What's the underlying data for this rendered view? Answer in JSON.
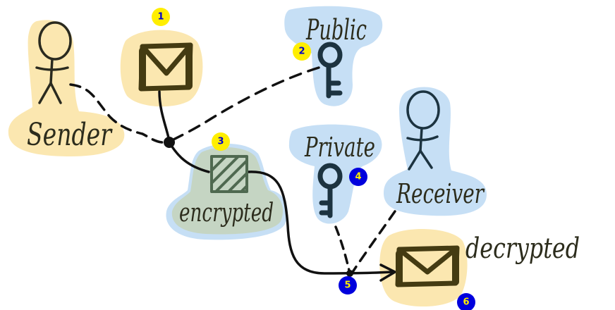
{
  "labels": {
    "sender": "Sender",
    "public": "Public",
    "private": "Private",
    "receiver": "Receiver",
    "encrypted": "encrypted",
    "decrypted": "decrypted"
  },
  "badges": [
    "1",
    "2",
    "3",
    "4",
    "5",
    "6"
  ],
  "colors": {
    "yellow_blob": "#fbe7b0",
    "blue_blob": "#c6dff5",
    "green_blob": "#c5d5c3",
    "ink": "#2a2a1f",
    "envelope_ink": "#443b12",
    "key_ink": "#1c3340",
    "badge_yellow": "#ffee00",
    "badge_blue": "#0000dd"
  }
}
